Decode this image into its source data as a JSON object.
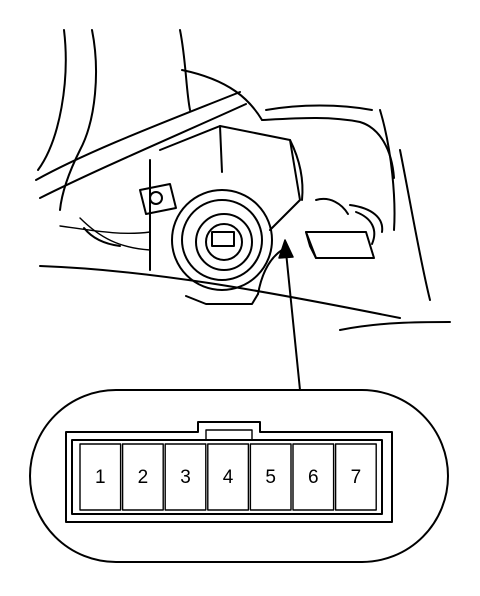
{
  "connector": {
    "pins": [
      {
        "label": "1"
      },
      {
        "label": "2"
      },
      {
        "label": "3"
      },
      {
        "label": "4"
      },
      {
        "label": "5"
      },
      {
        "label": "6"
      },
      {
        "label": "7"
      }
    ]
  }
}
